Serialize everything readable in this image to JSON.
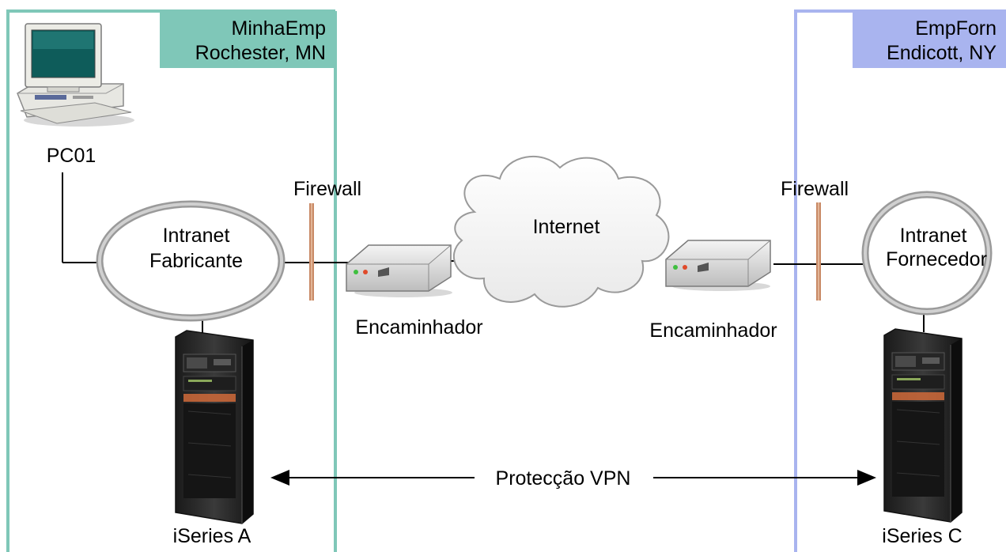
{
  "left_site": {
    "company": "MinhaEmp",
    "location": "Rochester, MN",
    "accent_color": "#7fc7b8",
    "pc_label": "PC01",
    "intranet_line1": "Intranet",
    "intranet_line2": "Fabricante",
    "firewall_label": "Firewall",
    "router_label": "Encaminhador",
    "server_label": "iSeries A"
  },
  "right_site": {
    "company": "EmpForn",
    "location": "Endicott, NY",
    "accent_color": "#a9b4ef",
    "intranet_line1": "Intranet",
    "intranet_line2": "Fornecedor",
    "firewall_label": "Firewall",
    "router_label": "Encaminhador",
    "server_label": "iSeries C"
  },
  "internet_label": "Internet",
  "vpn_label": "Protecção VPN",
  "icons": {
    "pc": "desktop-computer-icon",
    "server": "server-tower-icon",
    "router": "router-icon",
    "cloud": "internet-cloud-icon",
    "firewall": "firewall-icon"
  }
}
